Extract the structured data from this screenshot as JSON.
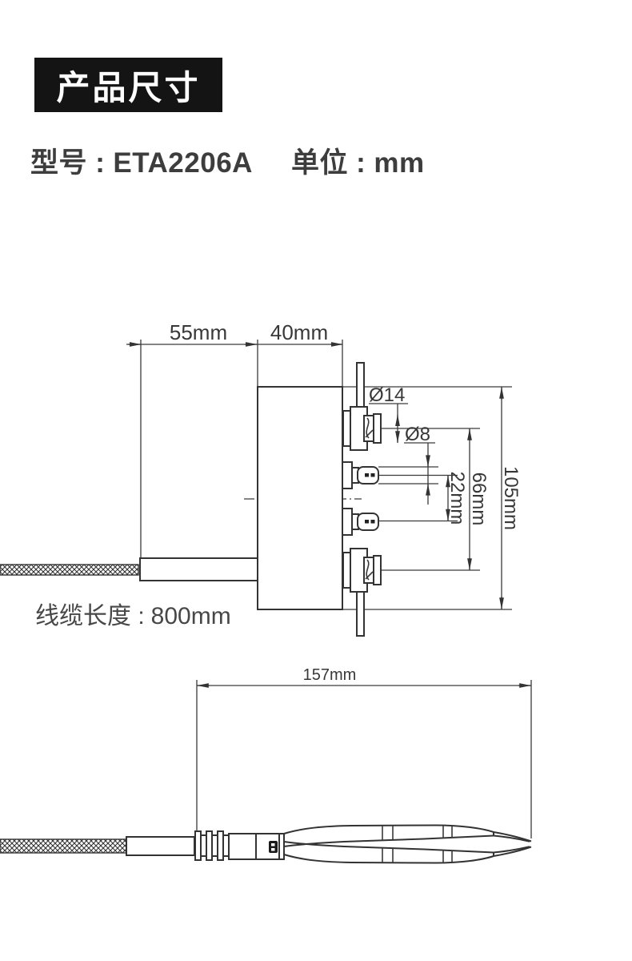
{
  "header": {
    "title": "产品尺寸"
  },
  "product_info": {
    "model_label": "型号 :",
    "model_value": "ETA2206A",
    "unit_label": "单位 :",
    "unit_value": "mm"
  },
  "front_view": {
    "boot_length": "55mm",
    "body_width": "40mm",
    "bnc_diameter": "Ø14",
    "jack_diameter": "Ø8",
    "jack_spacing": "22mm",
    "bnc_spacing": "66mm",
    "total_height": "105mm",
    "cable_label": "线缆长度 :",
    "cable_value": "800mm"
  },
  "side_view": {
    "total_length": "157mm"
  },
  "colors": {
    "header_bg": "#141414",
    "header_text": "#ffffff",
    "line": "#333333",
    "dim_text": "#383838",
    "body_text": "#3d3d3d"
  }
}
